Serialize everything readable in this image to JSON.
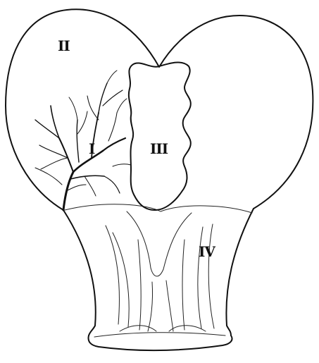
{
  "diagram": {
    "labels": {
      "region_1": "I",
      "region_2": "II",
      "region_3": "III",
      "region_4": "IV"
    },
    "colors": {
      "ink": "#111111",
      "paper": "#ffffff"
    }
  }
}
